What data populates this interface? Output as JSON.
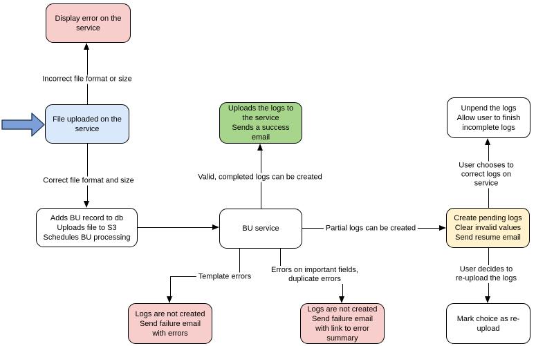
{
  "diagram": {
    "nodes": {
      "display_error": {
        "label": "Display error on the\nservice",
        "fill": "#f8cecc"
      },
      "file_uploaded": {
        "label": "File uploaded on the\nservice",
        "fill": "#dae8fc"
      },
      "adds_bu_record": {
        "label": "Adds BU record to db\nUploads file to S3\nSchedules BU processing",
        "fill": "#ffffff"
      },
      "upload_success": {
        "label": "Uploads the logs to\nthe service\nSends a success\nemail",
        "fill": "#a8d58c"
      },
      "bu_service": {
        "label": "BU service",
        "fill": "#ffffff"
      },
      "unpend_logs": {
        "label": "Unpend the logs\nAllow user to finish\nincomplete logs",
        "fill": "#ffffff"
      },
      "create_pending": {
        "label": "Create pending logs\nClear invalid values\nSend resume email",
        "fill": "#fff2cc"
      },
      "logs_failure_errors": {
        "label": "Logs are not created\nSend failure email\nwith errors",
        "fill": "#f8cecc"
      },
      "logs_failure_summary": {
        "label": "Logs are not created\nSend failure email\nwith link to error\nsummary",
        "fill": "#f8cecc"
      },
      "mark_reupload": {
        "label": "Mark choice as re-\nupload",
        "fill": "#ffffff"
      }
    },
    "edge_labels": {
      "incorrect_format": "Incorrect file format or size",
      "correct_format": "Correct file format and size",
      "valid_completed": "Valid, completed logs can be created",
      "partial_logs": "Partial logs can be created",
      "template_errors": "Template errors",
      "important_errors": "Errors on important fields,\nduplicate errors",
      "user_chooses": "User chooses to correct logs on service",
      "user_decides": "User decides to re-upload the logs"
    },
    "colors": {
      "node_pink": "#f8cecc",
      "node_blue": "#dae8fc",
      "node_green": "#a8d58c",
      "node_yellow": "#fff2cc",
      "node_white": "#ffffff",
      "node_border": "#000000",
      "connector": "#000000",
      "entry_arrow_fill": "#7d9fd8",
      "entry_arrow_stroke": "#2c4160"
    }
  }
}
